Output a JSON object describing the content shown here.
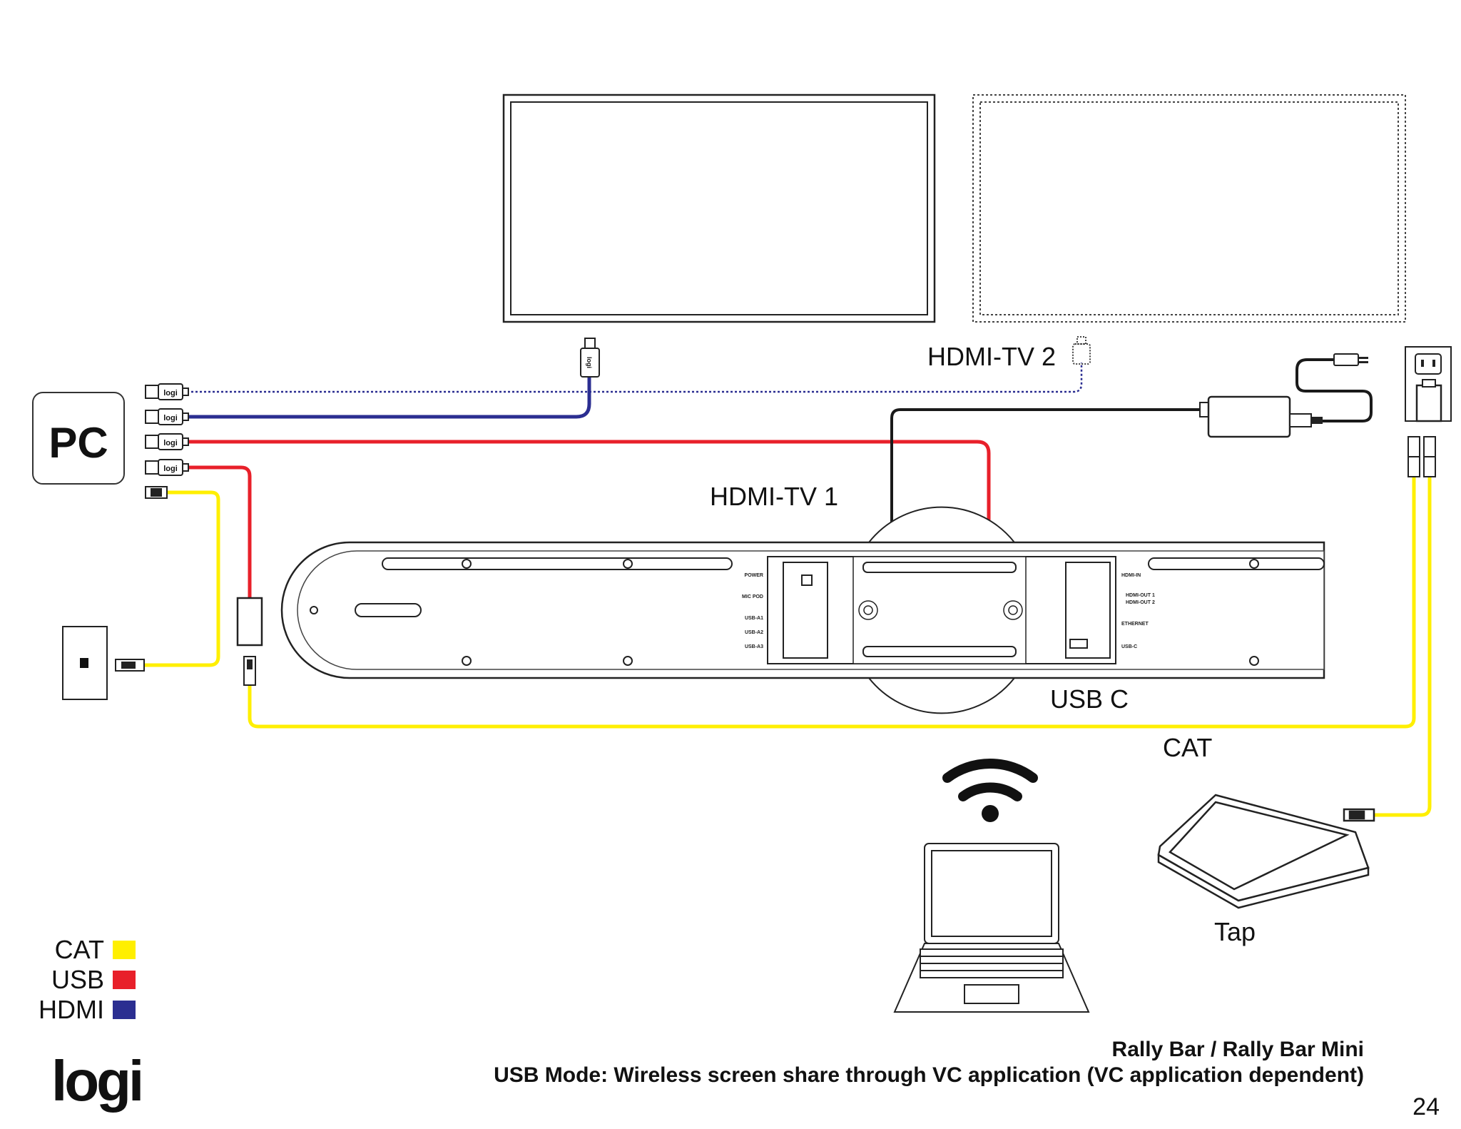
{
  "labels": {
    "pc": "PC",
    "hdmi_tv1": "HDMI-TV 1",
    "hdmi_tv2": "HDMI-TV 2",
    "usb_c": "USB C",
    "cat": "CAT",
    "tap": "Tap",
    "logi_cable_tag": "logi"
  },
  "port_labels": {
    "power": "POWER",
    "mic_pod": "MIC POD",
    "usb_a1": "USB-A1",
    "usb_a2": "USB-A2",
    "usb_a3": "USB-A3",
    "hdmi_in": "HDMI-IN",
    "hdmi_out1": "HDMI-OUT 1",
    "hdmi_out2": "HDMI-OUT 2",
    "ethernet": "ETHERNET",
    "usb_c": "USB-C"
  },
  "legend": [
    {
      "label": "CAT",
      "color": "#ffef00"
    },
    {
      "label": "USB",
      "color": "#e8202a"
    },
    {
      "label": "HDMI",
      "color": "#2b2e91"
    }
  ],
  "colors": {
    "cat": "#ffef00",
    "usb": "#e8202a",
    "hdmi": "#2b2e91",
    "power": "#1a1a1a"
  },
  "footer": {
    "brand": "logi",
    "title": "Rally Bar / Rally Bar Mini",
    "subtitle": "USB Mode: Wireless screen share through VC application (VC application dependent)",
    "page_number": "24"
  }
}
